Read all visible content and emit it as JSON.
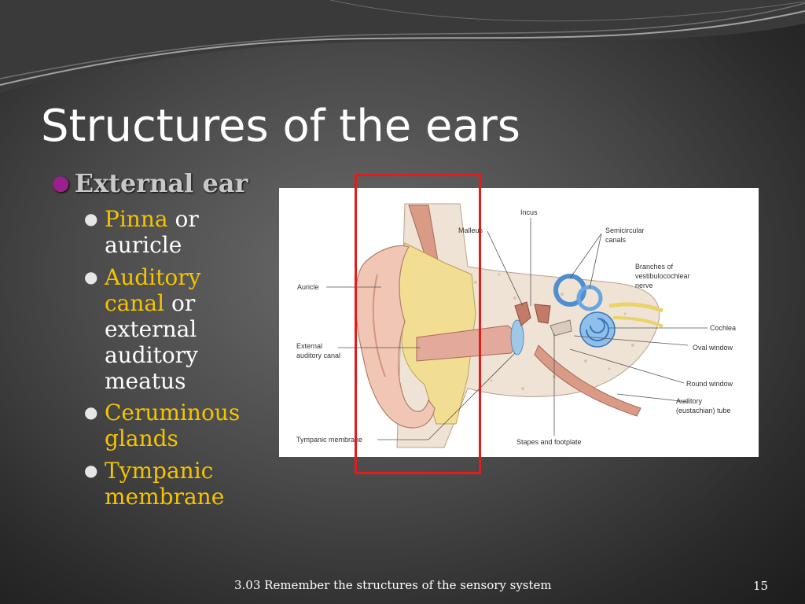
{
  "slide": {
    "title": "Structures of the ears",
    "heading": "External ear",
    "items": [
      {
        "yellow": "Pinna",
        "rest_inline": " or",
        "rest": "auricle"
      },
      {
        "yellow": "Auditory",
        "yellow2": "canal",
        "rest_inline": " or",
        "rest": "external auditory meatus"
      },
      {
        "yellow": "Ceruminous glands"
      },
      {
        "yellow": "Tympanic membrane"
      }
    ],
    "footer": "3.03 Remember the structures of the sensory system",
    "page_number": "15"
  },
  "figure": {
    "labels": {
      "incus": "Incus",
      "malleus": "Malleus",
      "semicircular1": "Semicircular",
      "semicircular2": "canals",
      "branches1": "Branches of",
      "branches2": "vestibulocochlear",
      "branches3": "nerve",
      "auricle": "Auricle",
      "cochlea": "Cochlea",
      "ext1": "External",
      "ext2": "auditory canal",
      "oval": "Oval window",
      "round": "Round window",
      "aud1": "Auditory",
      "aud2": "(eustachian) tube",
      "tympanic": "Tympanic membrane",
      "stapes": "Stapes and footplate"
    }
  },
  "colors": {
    "accent_yellow": "#f5c400",
    "bullet_purple": "#9b1f8c",
    "highlight_red": "#e41b1b"
  }
}
